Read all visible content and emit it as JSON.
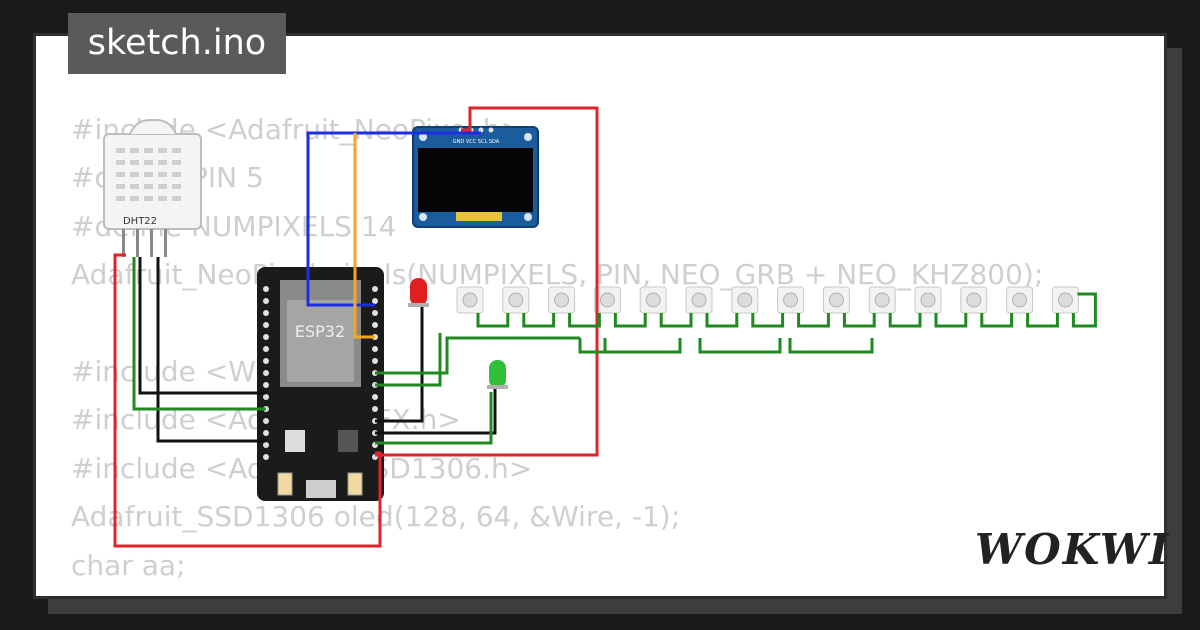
{
  "title": "sketch.ino",
  "code_lines": [
    "#include <Adafruit_NeoPixel.h>",
    "#define PIN 5",
    "#define NUMPIXELS 14",
    "Adafruit_NeoPixel pixels(NUMPIXELS, PIN, NEO_GRB + NEO_KHZ800);",
    "",
    "#include <Wire.h>",
    "#include <Adafruit_GFX.h>",
    "#include <Adafruit_SSD1306.h>",
    "Adafruit_SSD1306 oled(128, 64, &Wire, -1);",
    "char aa;"
  ],
  "components": {
    "dht_label": "DHT22",
    "esp_label": "ESP32",
    "oled_pins": "GND VCC SCL SDA",
    "led_colors": [
      "#e02020",
      "#2fbf3a"
    ],
    "neopixel_count": 14
  },
  "wire_colors": {
    "red": "#e0242a",
    "black": "#111111",
    "green": "#1f8a1f",
    "blue": "#1d2ee0",
    "orange": "#f0a81e"
  },
  "brand": "WOKWI"
}
